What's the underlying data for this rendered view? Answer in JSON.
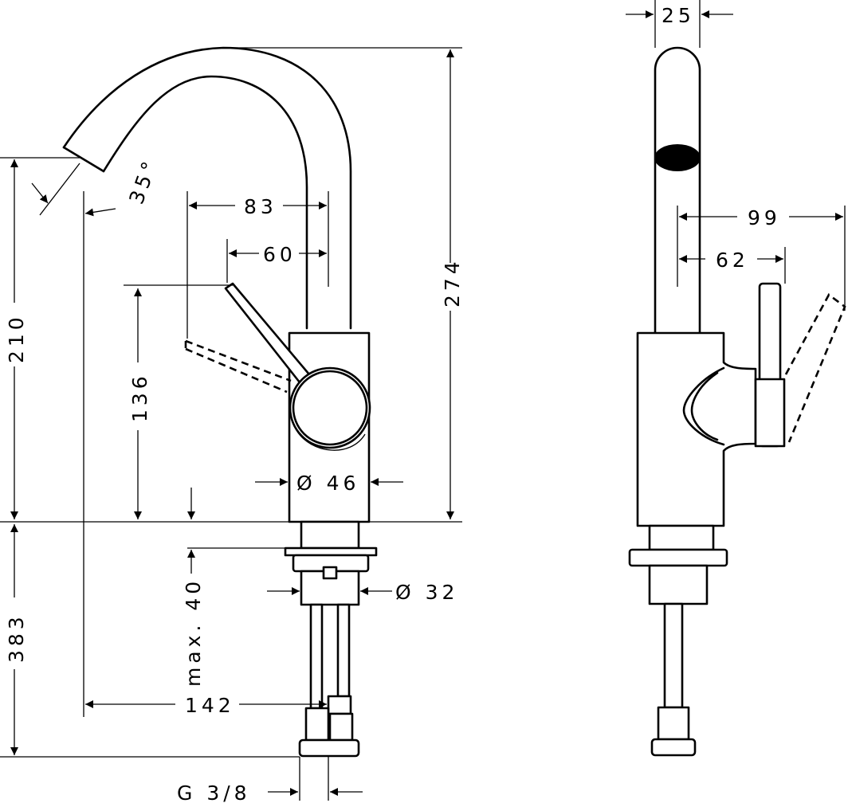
{
  "title": "Basin mixer dimension drawing",
  "dimensions": {
    "spout_width": "25",
    "handle_reach_max": "99",
    "handle_reach": "62",
    "spout_reach": "83",
    "handle_offset": "60",
    "total_height": "274",
    "spout_height": "210",
    "handle_height": "136",
    "spout_angle": "35°",
    "body_diameter": "Ø 46",
    "shank_diameter": "Ø 32",
    "max_thickness": "max. 40",
    "hose_length": "383",
    "projection": "142",
    "connection": "G 3/8"
  },
  "colors": {
    "line": "#000000",
    "background": "#ffffff"
  }
}
